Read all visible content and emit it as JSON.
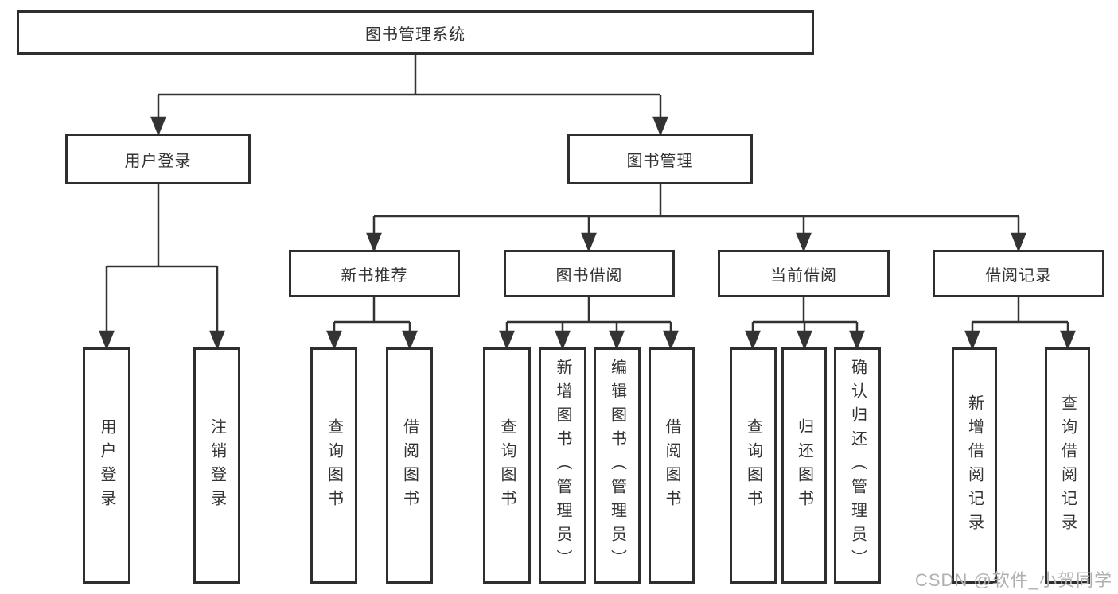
{
  "diagram": {
    "title": "图书管理系统",
    "colors": {
      "line": "#333333",
      "border": "#2e2e2e",
      "text": "#333333",
      "background": "#ffffff",
      "watermark": "#b0b0b0"
    },
    "root": {
      "label": "图书管理系统"
    },
    "level2": [
      {
        "label": "用户登录"
      },
      {
        "label": "图书管理"
      }
    ],
    "level3": [
      {
        "label": "新书推荐"
      },
      {
        "label": "图书借阅"
      },
      {
        "label": "当前借阅"
      },
      {
        "label": "借阅记录"
      }
    ],
    "leaves": {
      "user_login": [
        "用户登录",
        "注销登录"
      ],
      "new_books": [
        "查询图书",
        "借阅图书"
      ],
      "book_borrow": [
        "查询图书",
        "新增图书（管理员）",
        "编辑图书（管理员）",
        "借阅图书"
      ],
      "current_borrow": [
        "查询图书",
        "归还图书",
        "确认归还（管理员）"
      ],
      "borrow_records": [
        "新增借阅记录",
        "查询借阅记录"
      ]
    },
    "watermark": "CSDN @软件_小贺同学"
  }
}
